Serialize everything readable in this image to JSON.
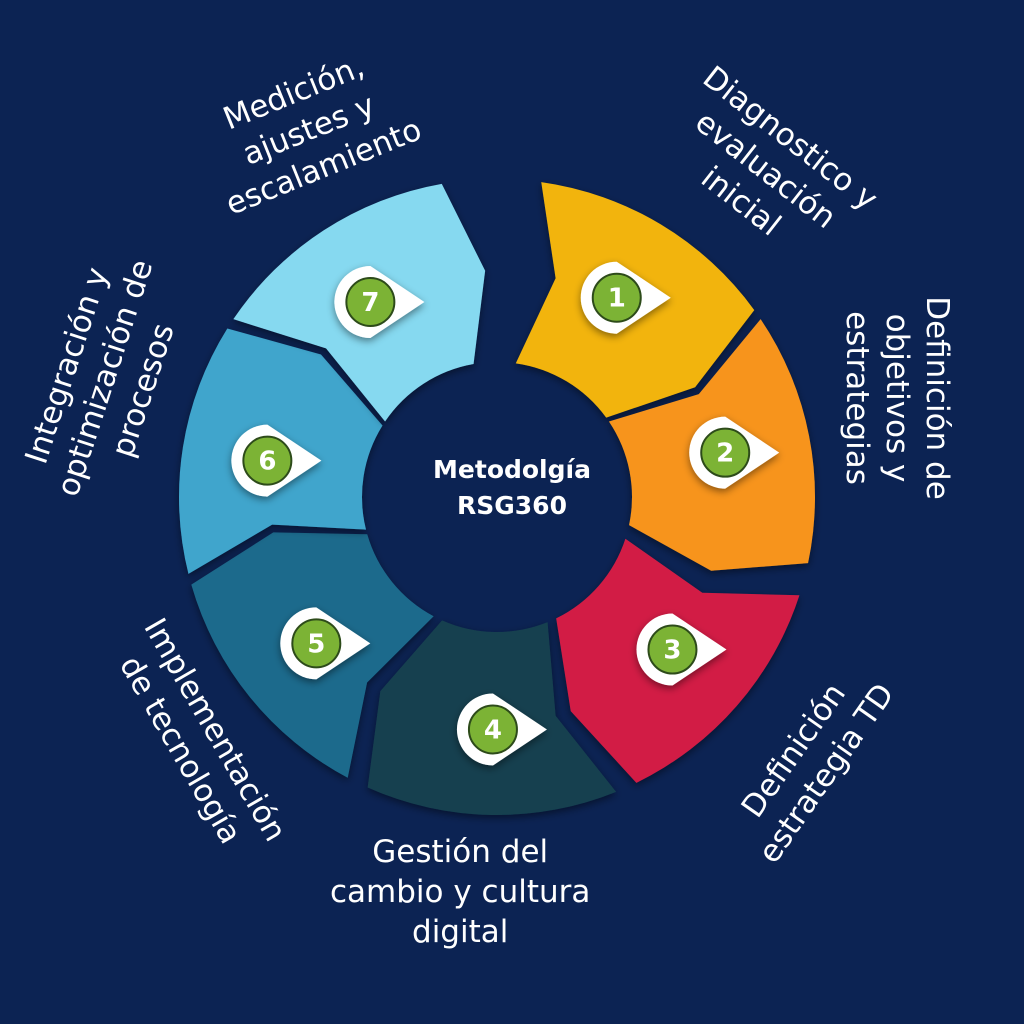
{
  "diagram": {
    "center_title": [
      "Metodolgía",
      "RSG360"
    ],
    "colors": {
      "background": "#0c2353",
      "badge_green": "#7cb335",
      "step_1": "#f2b40e",
      "step_2": "#f7941d",
      "step_3": "#d21f45",
      "step_4": "#15404f",
      "step_5": "#1d6b8c",
      "step_6": "#3fa5cc",
      "step_7": "#86d9f0"
    },
    "steps": [
      {
        "number": "1",
        "label": [
          "Diagnostico y",
          "evaluación",
          "inicial"
        ]
      },
      {
        "number": "2",
        "label": [
          "Definición de",
          "objetivos y",
          "estrategias"
        ]
      },
      {
        "number": "3",
        "label": [
          "Definición",
          "estrategia TD"
        ]
      },
      {
        "number": "4",
        "label": [
          "Gestión del",
          "cambio y cultura",
          "digital"
        ]
      },
      {
        "number": "5",
        "label": [
          "Implementación",
          "de tecnología"
        ]
      },
      {
        "number": "6",
        "label": [
          "Integración y",
          "optimización de",
          "procesos"
        ]
      },
      {
        "number": "7",
        "label": [
          "Medición,",
          "ajustes y",
          "escalamiento"
        ]
      }
    ]
  }
}
